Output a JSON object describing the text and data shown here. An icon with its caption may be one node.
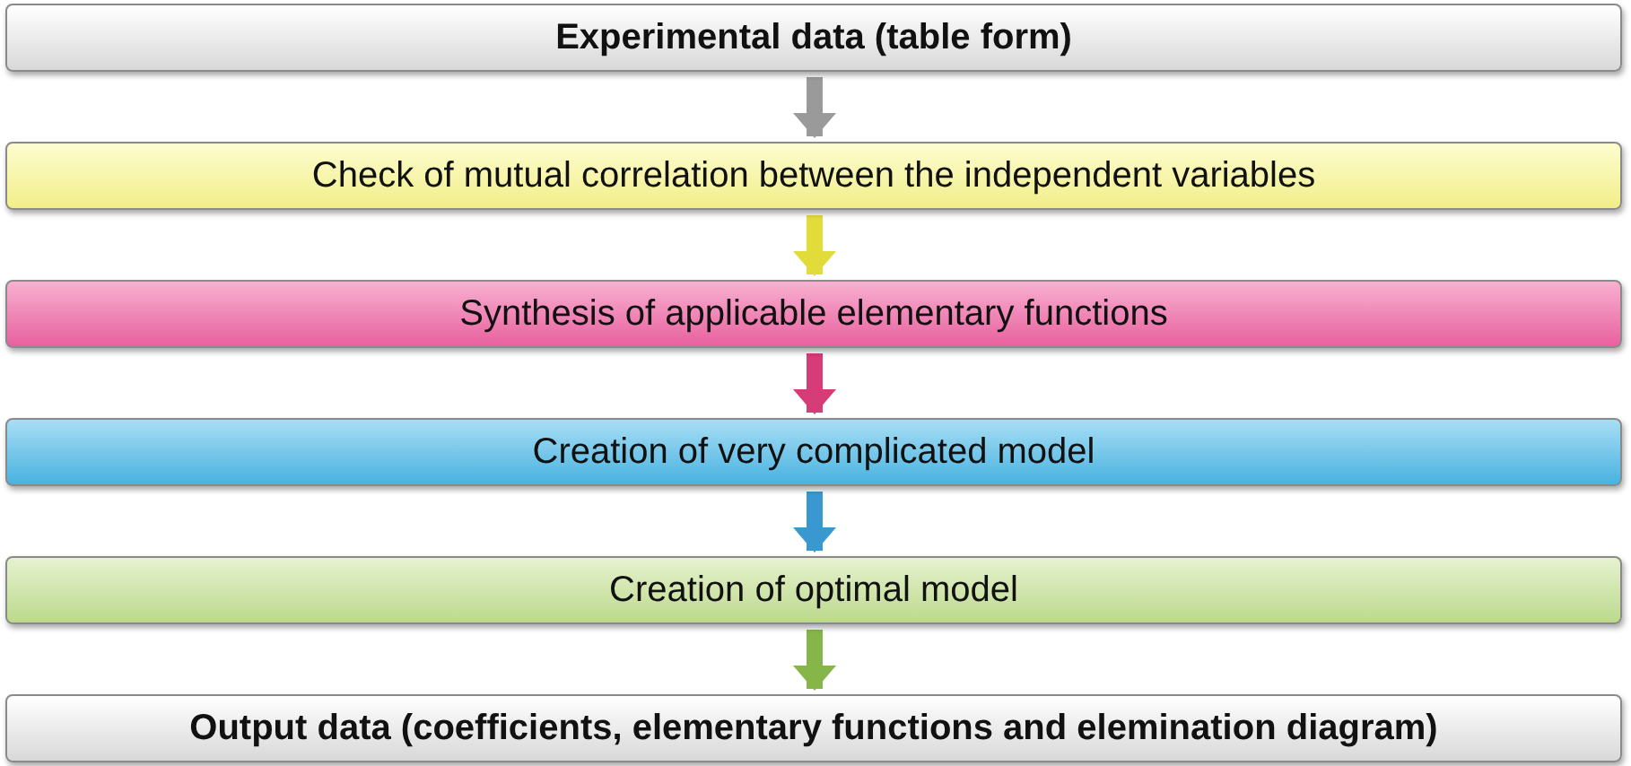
{
  "diagram": {
    "nodes": [
      {
        "text": [
          "Experimental data (table form)"
        ]
      },
      {
        "text": [
          "Check of mutual correlation between the independent variables"
        ]
      },
      {
        "text": [
          "Synthesis of applicable elementary functions"
        ]
      },
      {
        "text": [
          "Creation of very complicated model"
        ]
      },
      {
        "text": [
          "Creation of optimal model"
        ]
      },
      {
        "text": [
          "Output data (coefficients, elementary functions and elemination diagram)"
        ]
      }
    ],
    "edges": [
      {
        "from": 0,
        "to": 1,
        "arrow": "to",
        "color": "#9a9a9a"
      },
      {
        "from": 1,
        "to": 2,
        "arrow": "to",
        "color": "#e2dc3a"
      },
      {
        "from": 2,
        "to": 3,
        "arrow": "to",
        "color": "#d63c78"
      },
      {
        "from": 3,
        "to": 4,
        "arrow": "to",
        "color": "#3a98d0"
      },
      {
        "from": 4,
        "to": 5,
        "arrow": "to",
        "color": "#86b64a"
      }
    ]
  }
}
